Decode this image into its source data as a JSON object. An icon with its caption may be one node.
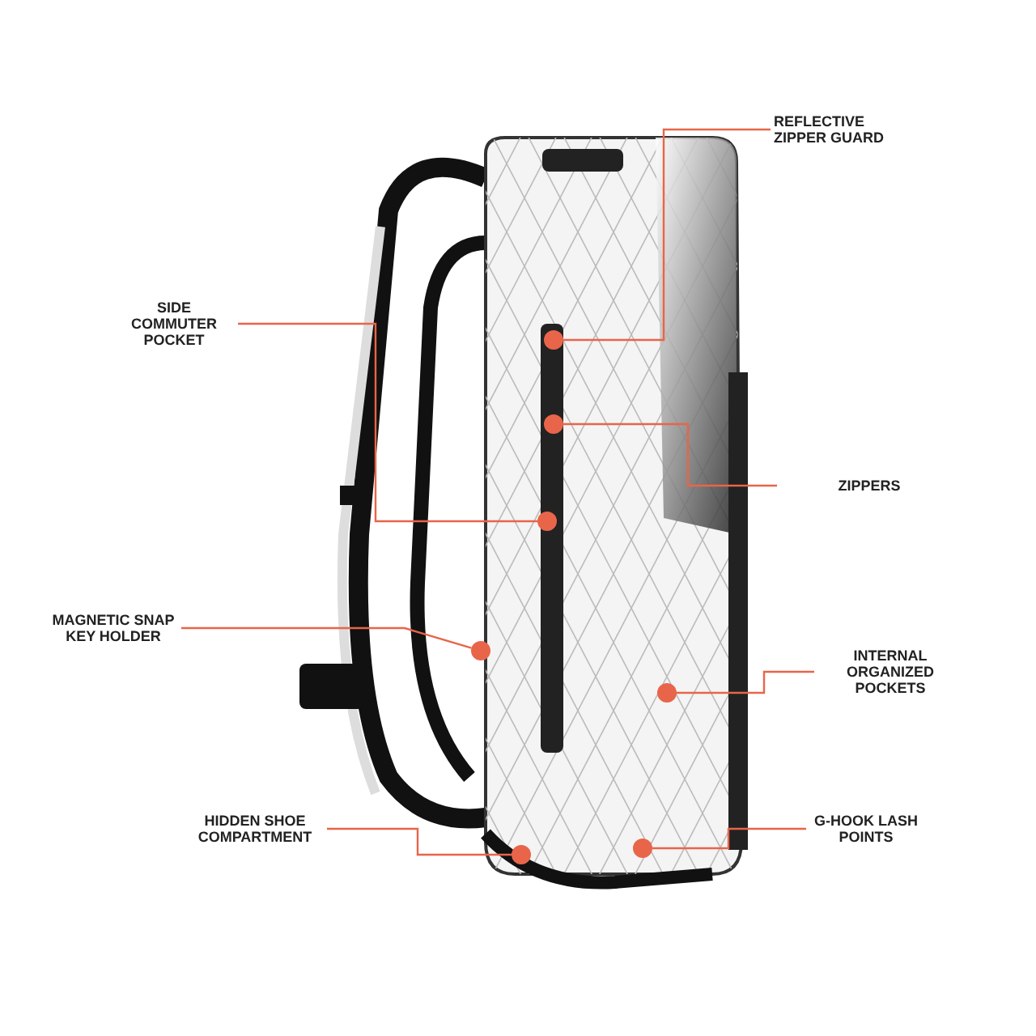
{
  "diagram": {
    "nodes": [
      {
        "text": [
          "REFLECTIVE ZIPPER GUARD"
        ]
      },
      {
        "text": [],
        "shape": "circle"
      },
      {
        "text": [
          "SIDE COMMUTER POCKET"
        ]
      },
      {
        "text": [],
        "shape": "circle"
      },
      {
        "text": [
          "ZIPPERS"
        ]
      },
      {
        "text": [],
        "shape": "circle"
      },
      {
        "text": [
          "MAGNETIC SNAP KEY HOLDER"
        ]
      },
      {
        "text": [],
        "shape": "circle"
      },
      {
        "text": [
          "INTERNAL ORGANIZED POCKETS"
        ]
      },
      {
        "text": [],
        "shape": "circle"
      },
      {
        "text": [
          "HIDDEN SHOE COMPARTMENT"
        ]
      },
      {
        "text": [],
        "shape": "circle"
      },
      {
        "text": [
          "G-HOOK LASH POINTS"
        ]
      },
      {
        "text": [],
        "shape": "circle"
      }
    ],
    "edges": [
      {
        "from": 0,
        "to": 1,
        "arrow": "none"
      },
      {
        "from": 2,
        "to": 3,
        "arrow": "none"
      },
      {
        "from": 4,
        "to": 5,
        "arrow": "none"
      },
      {
        "from": 6,
        "to": 7,
        "arrow": "none"
      },
      {
        "from": 8,
        "to": 9,
        "arrow": "none"
      },
      {
        "from": 10,
        "to": 11,
        "arrow": "none"
      },
      {
        "from": 12,
        "to": 13,
        "arrow": "none"
      }
    ]
  }
}
